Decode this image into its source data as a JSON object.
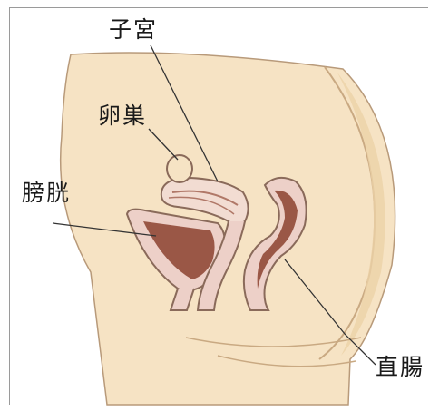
{
  "labels": {
    "uterus": "子宮",
    "ovary": "卵巣",
    "bladder": "膀胱",
    "rectum": "直腸"
  },
  "colors": {
    "skin": "#f6e3c4",
    "skin_shadow": "#ecd2a8",
    "organ_outline": "#8a6a5a",
    "organ_pink": "#edd0c8",
    "organ_dark": "#9a5746",
    "leader_line": "#333333"
  }
}
